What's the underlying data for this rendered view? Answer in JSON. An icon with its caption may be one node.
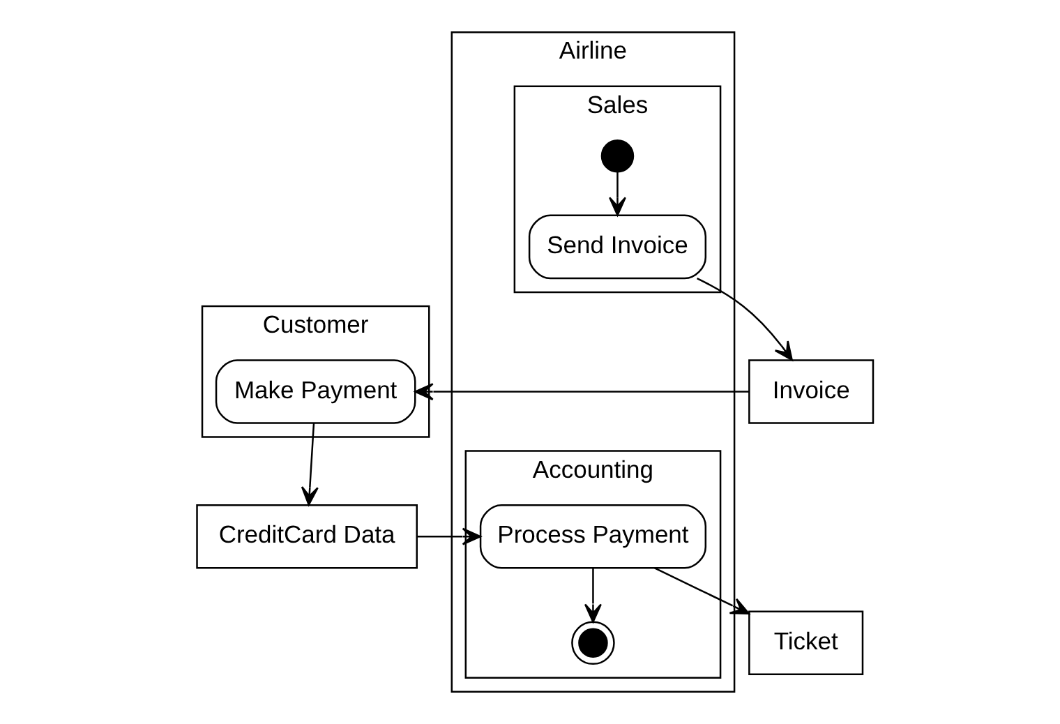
{
  "diagram": {
    "nodes": [
      {
        "text": [
          "Customer"
        ]
      },
      {
        "text": [
          "Airline"
        ]
      },
      {
        "text": [
          "Sales"
        ],
        "in": 1
      },
      {
        "text": [
          "Accounting"
        ],
        "in": 1
      },
      {
        "text": [],
        "shape": "circle",
        "in": 2
      },
      {
        "text": [
          "Send Invoice"
        ],
        "in": 2
      },
      {
        "text": [
          "Invoice"
        ]
      },
      {
        "text": [
          "Make Payment"
        ],
        "in": 0
      },
      {
        "text": [
          "CreditCard Data"
        ]
      },
      {
        "text": [
          "Process Payment"
        ],
        "in": 3
      },
      {
        "text": [
          "Ticket"
        ]
      },
      {
        "text": [],
        "shape": "circle",
        "in": 3
      }
    ],
    "edges": [
      {
        "from": 4,
        "to": 5,
        "arrow": "to"
      },
      {
        "from": 5,
        "to": 6,
        "arrow": "to"
      },
      {
        "from": 6,
        "to": 7,
        "arrow": "to"
      },
      {
        "from": 7,
        "to": 8,
        "arrow": "to"
      },
      {
        "from": 8,
        "to": 9,
        "arrow": "to"
      },
      {
        "from": 9,
        "to": 10,
        "arrow": "to"
      },
      {
        "from": 9,
        "to": 11,
        "arrow": "to"
      }
    ]
  }
}
